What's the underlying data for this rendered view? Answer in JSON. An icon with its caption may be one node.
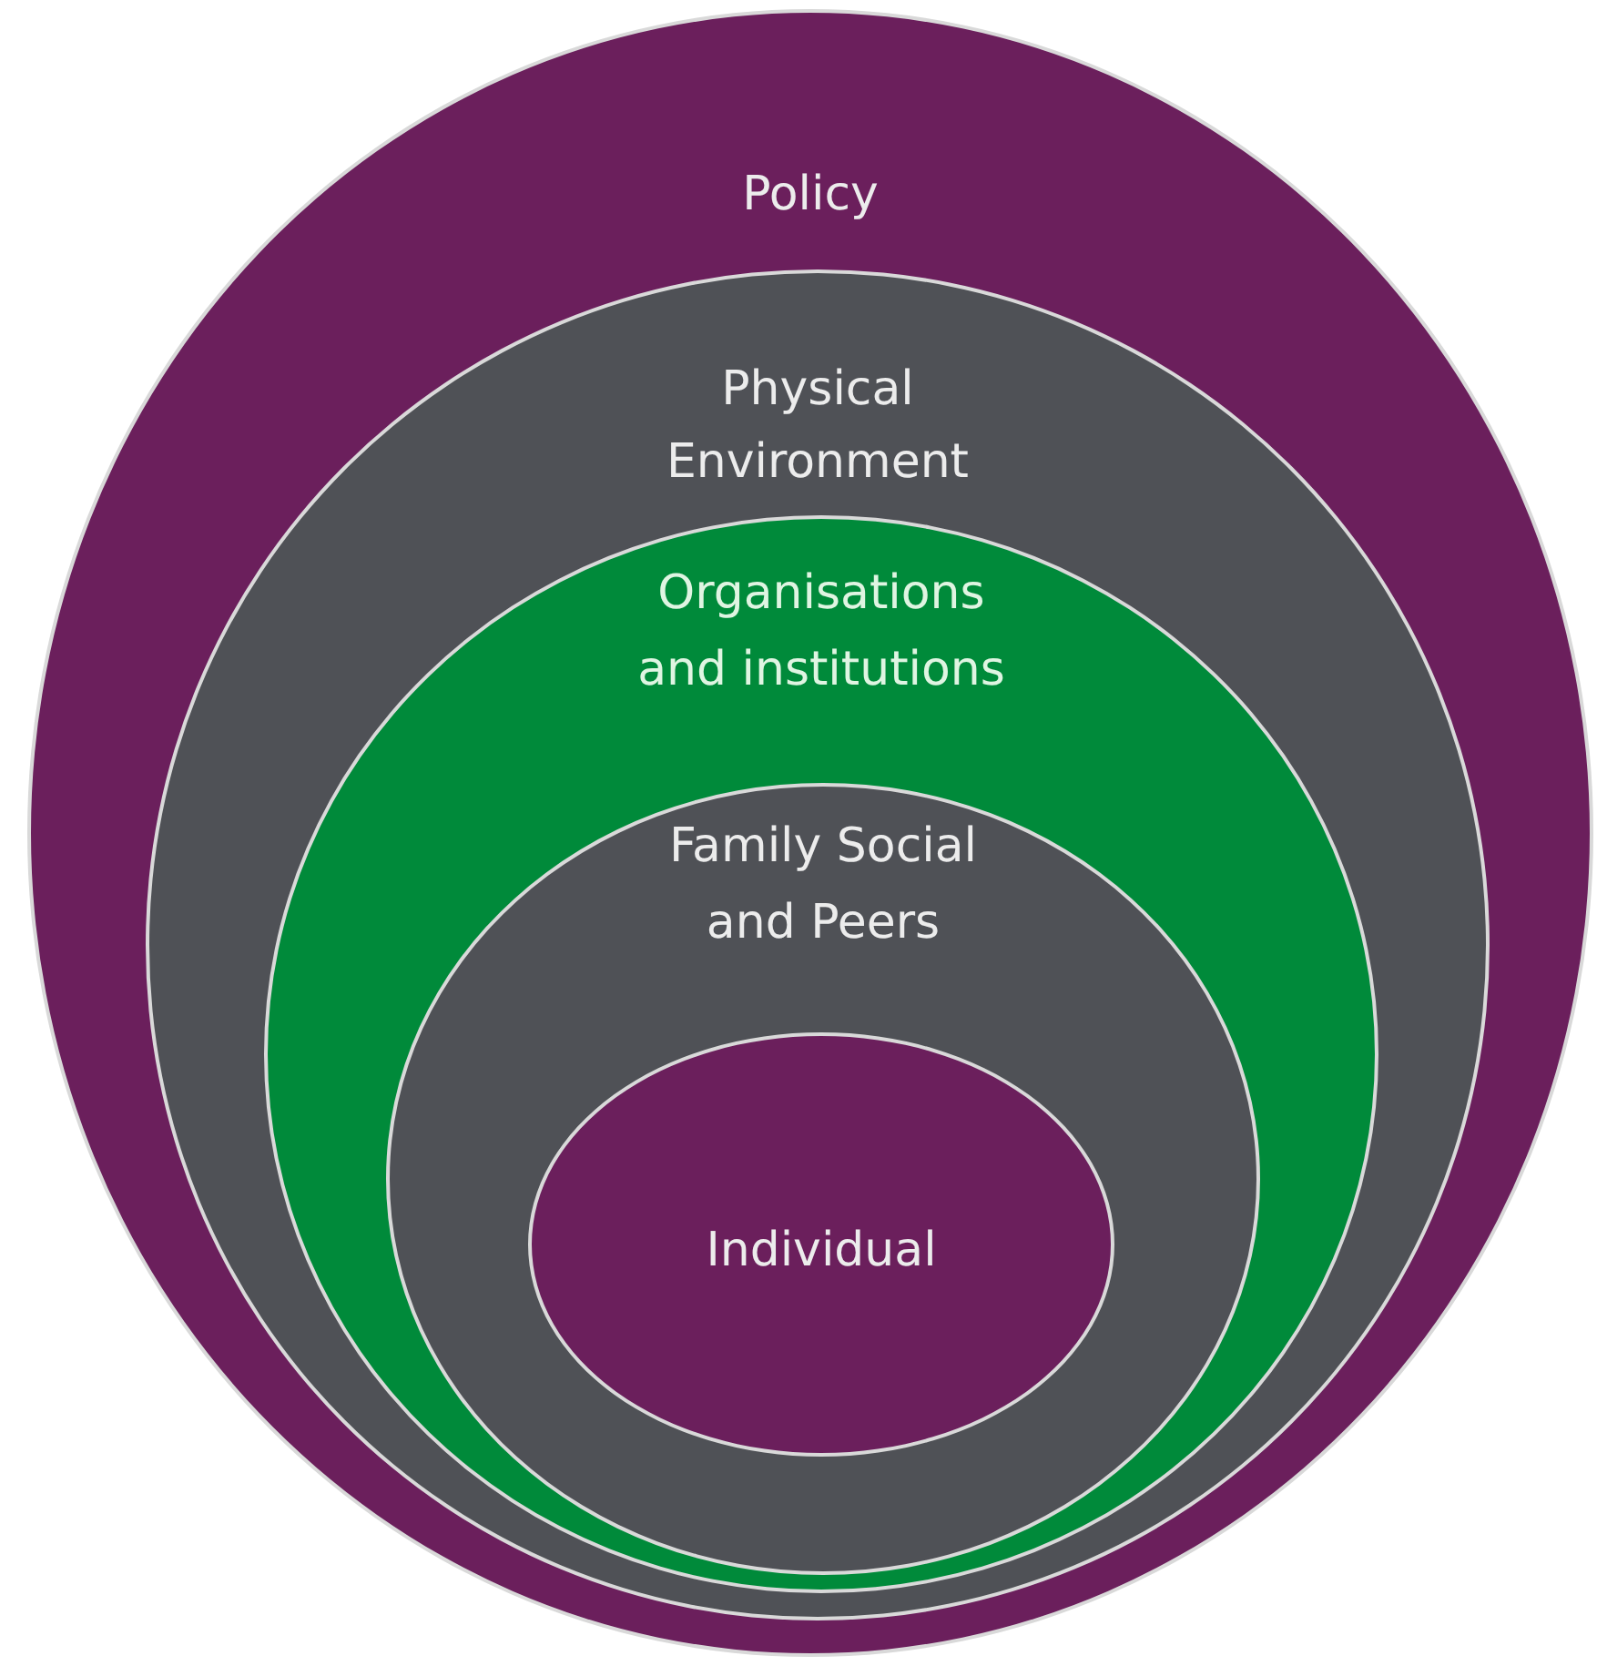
{
  "diagram": {
    "nodes": [
      {
        "text": [
          "Policy"
        ]
      },
      {
        "text": [
          "Physical Environment"
        ],
        "in": 0
      },
      {
        "text": [
          "Organisations and institutions"
        ],
        "in": 1
      },
      {
        "text": [
          "Family Social and Peers"
        ],
        "in": 2
      },
      {
        "text": [
          "Individual"
        ],
        "in": 3
      }
    ]
  }
}
